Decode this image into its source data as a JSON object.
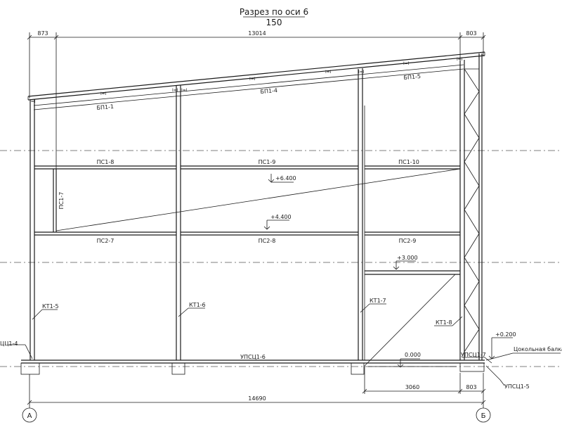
{
  "title": "Разрез по оси 6",
  "scale": "150",
  "dimensions": {
    "top_left": "873",
    "top_mid": "13014",
    "top_right": "803",
    "bottom_a": "3060",
    "bottom_b": "803",
    "total": "14690"
  },
  "axes": {
    "left": "А",
    "right": "Б"
  },
  "elevations": {
    "e6400": "+6.400",
    "e4400": "+4.400",
    "e3000": "+3.000",
    "e0000": "0.000",
    "e0200": "+0.200"
  },
  "members": {
    "bp1": "БП1-1",
    "bp4": "БП1-4",
    "bp5": "БП1-5",
    "ps18": "ПС1-8",
    "ps19": "ПС1-9",
    "ps110": "ПС1-10",
    "ps17": "ПС1-7",
    "ps27": "ПС2-7",
    "ps28": "ПС2-8",
    "ps29": "ПС2-9",
    "kt15": "КТ1-5",
    "kt16": "КТ1-6",
    "kt17": "КТ1-7",
    "kt18": "КТ1-8",
    "upsc14": "ЦЦ1-4",
    "upsc16": "УПСЦ1-6",
    "upsc17": "УПСЦ1-7",
    "upsc15": "УПСЦ1-5",
    "cokol": "Цокольная балка"
  }
}
